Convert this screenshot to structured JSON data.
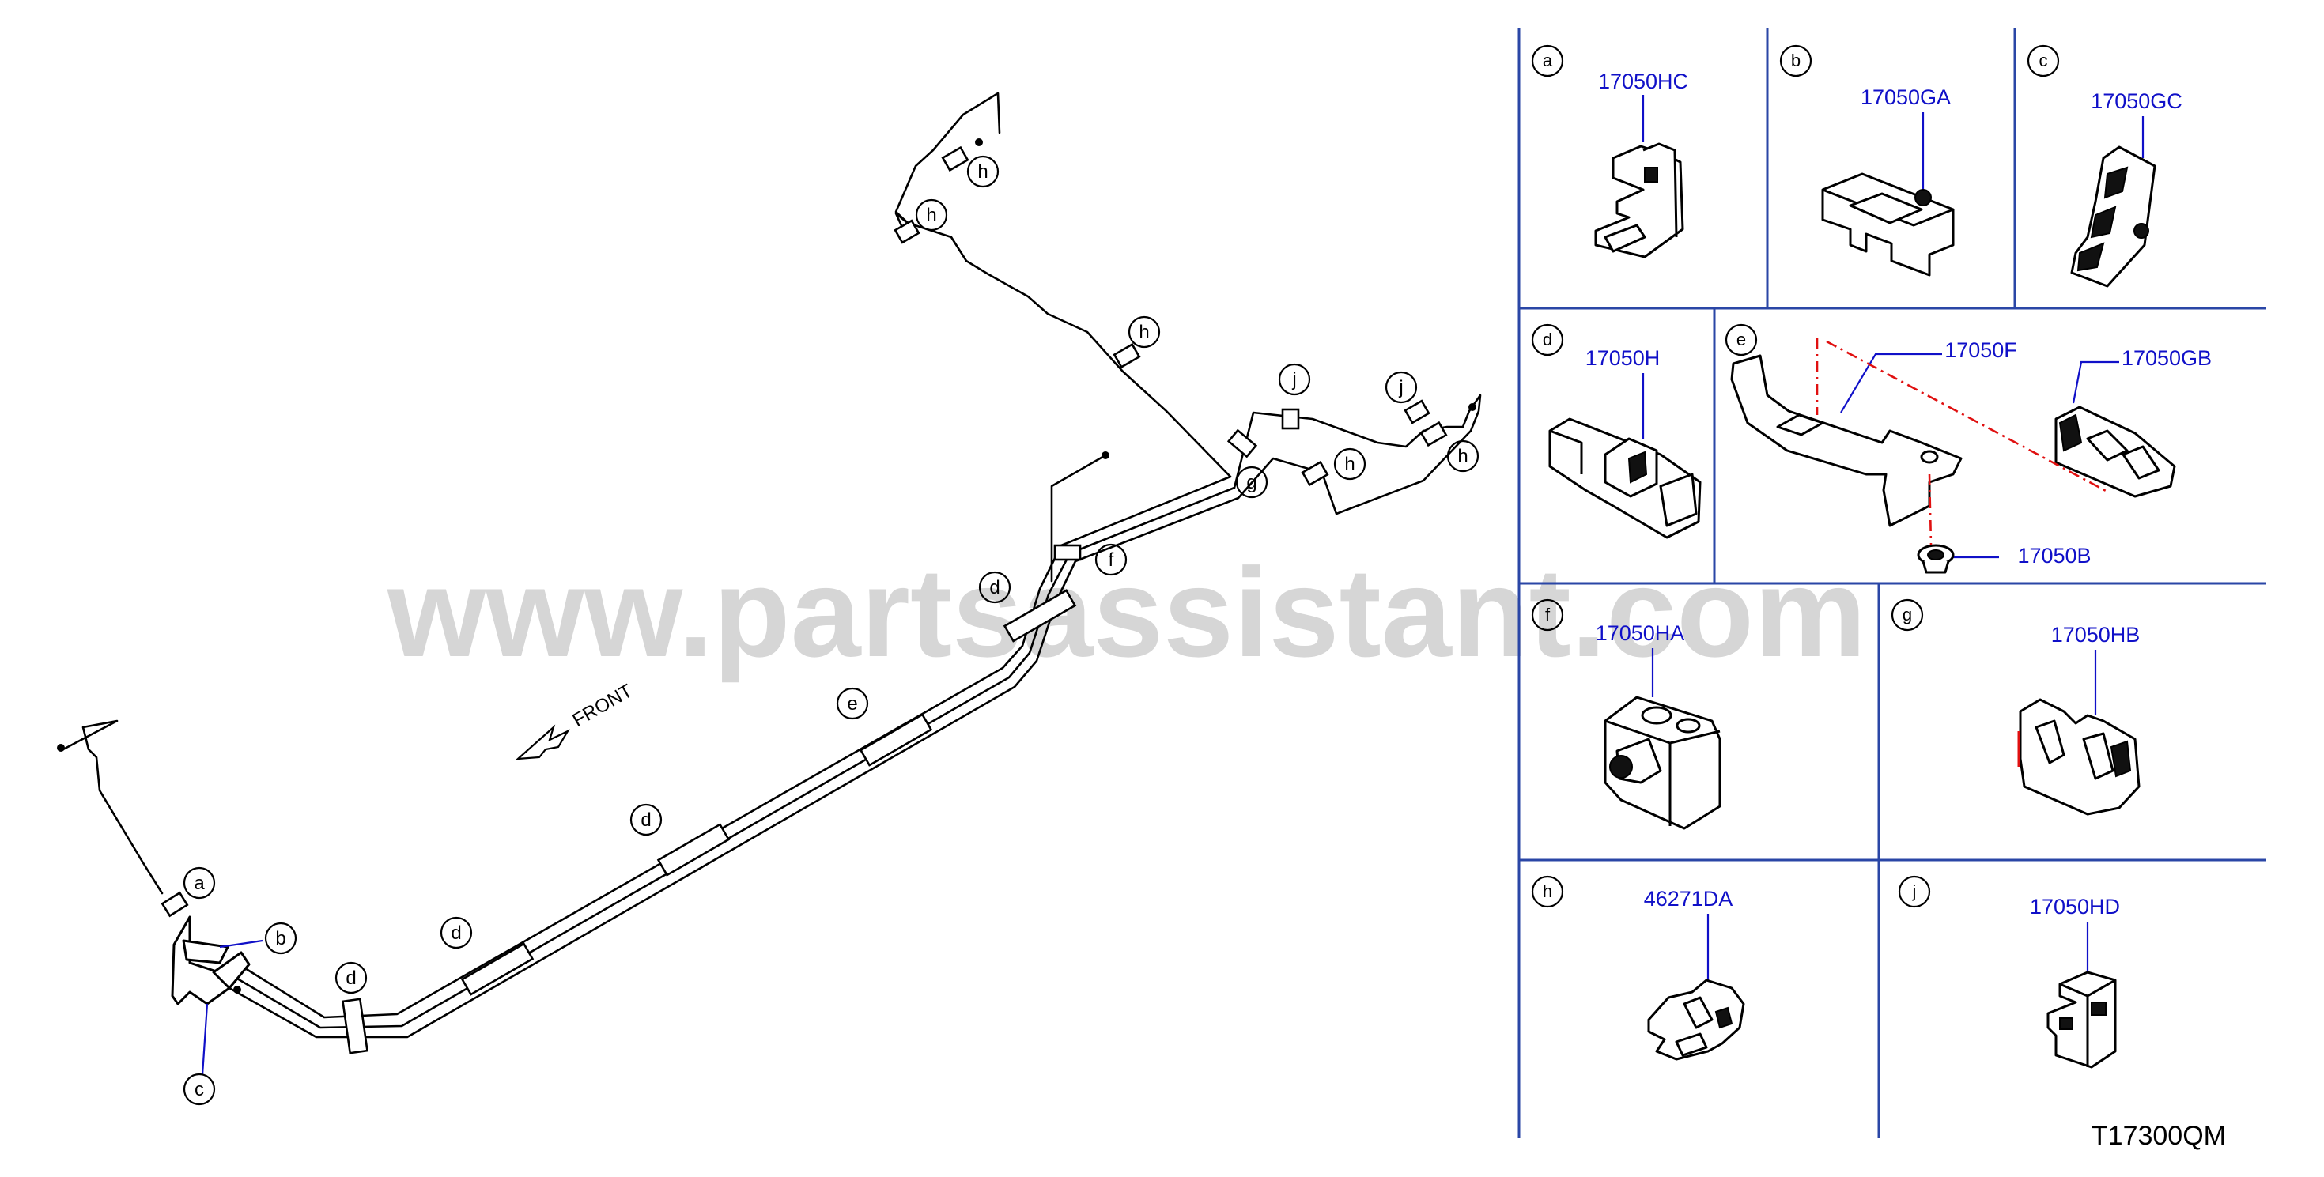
{
  "watermark": "www.partsassistant.com",
  "direction_label": "FRONT",
  "drawing_code": "T17300QM",
  "callouts": {
    "a": "a",
    "b": "b",
    "c": "c",
    "d": "d",
    "e": "e",
    "f": "f",
    "g": "g",
    "h": "h",
    "j": "j"
  },
  "panels": {
    "a": {
      "letter": "a",
      "part_number": "17050HC"
    },
    "b": {
      "letter": "b",
      "part_number": "17050GA"
    },
    "c": {
      "letter": "c",
      "part_number": "17050GC"
    },
    "d": {
      "letter": "d",
      "part_number": "17050H"
    },
    "e": {
      "letter": "e",
      "part_number": "17050F",
      "part_number_2": "17050GB",
      "part_number_3": "17050B"
    },
    "f": {
      "letter": "f",
      "part_number": "17050HA"
    },
    "g": {
      "letter": "g",
      "part_number": "17050HB"
    },
    "h": {
      "letter": "h",
      "part_number": "46271DA"
    },
    "j": {
      "letter": "j",
      "part_number": "17050HD"
    }
  },
  "colors": {
    "part_number": "#1010c8",
    "grid": "#2a46a6",
    "leader_red": "#e01010",
    "watermark": "#d6d6d6"
  }
}
